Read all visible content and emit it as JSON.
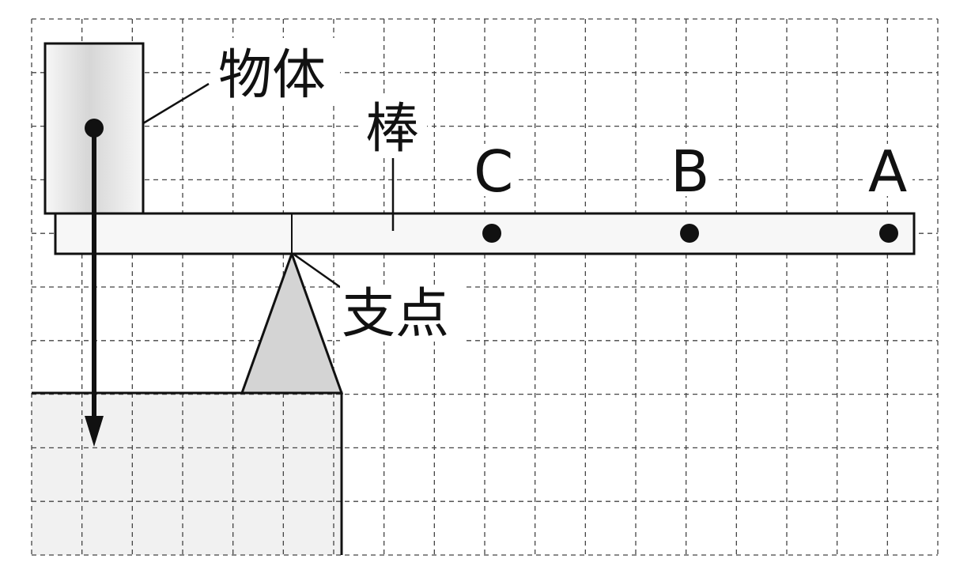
{
  "labels": {
    "object": "物体",
    "rod": "棒",
    "fulcrum": "支点",
    "point_c": "C",
    "point_b": "B",
    "point_a": "A"
  }
}
